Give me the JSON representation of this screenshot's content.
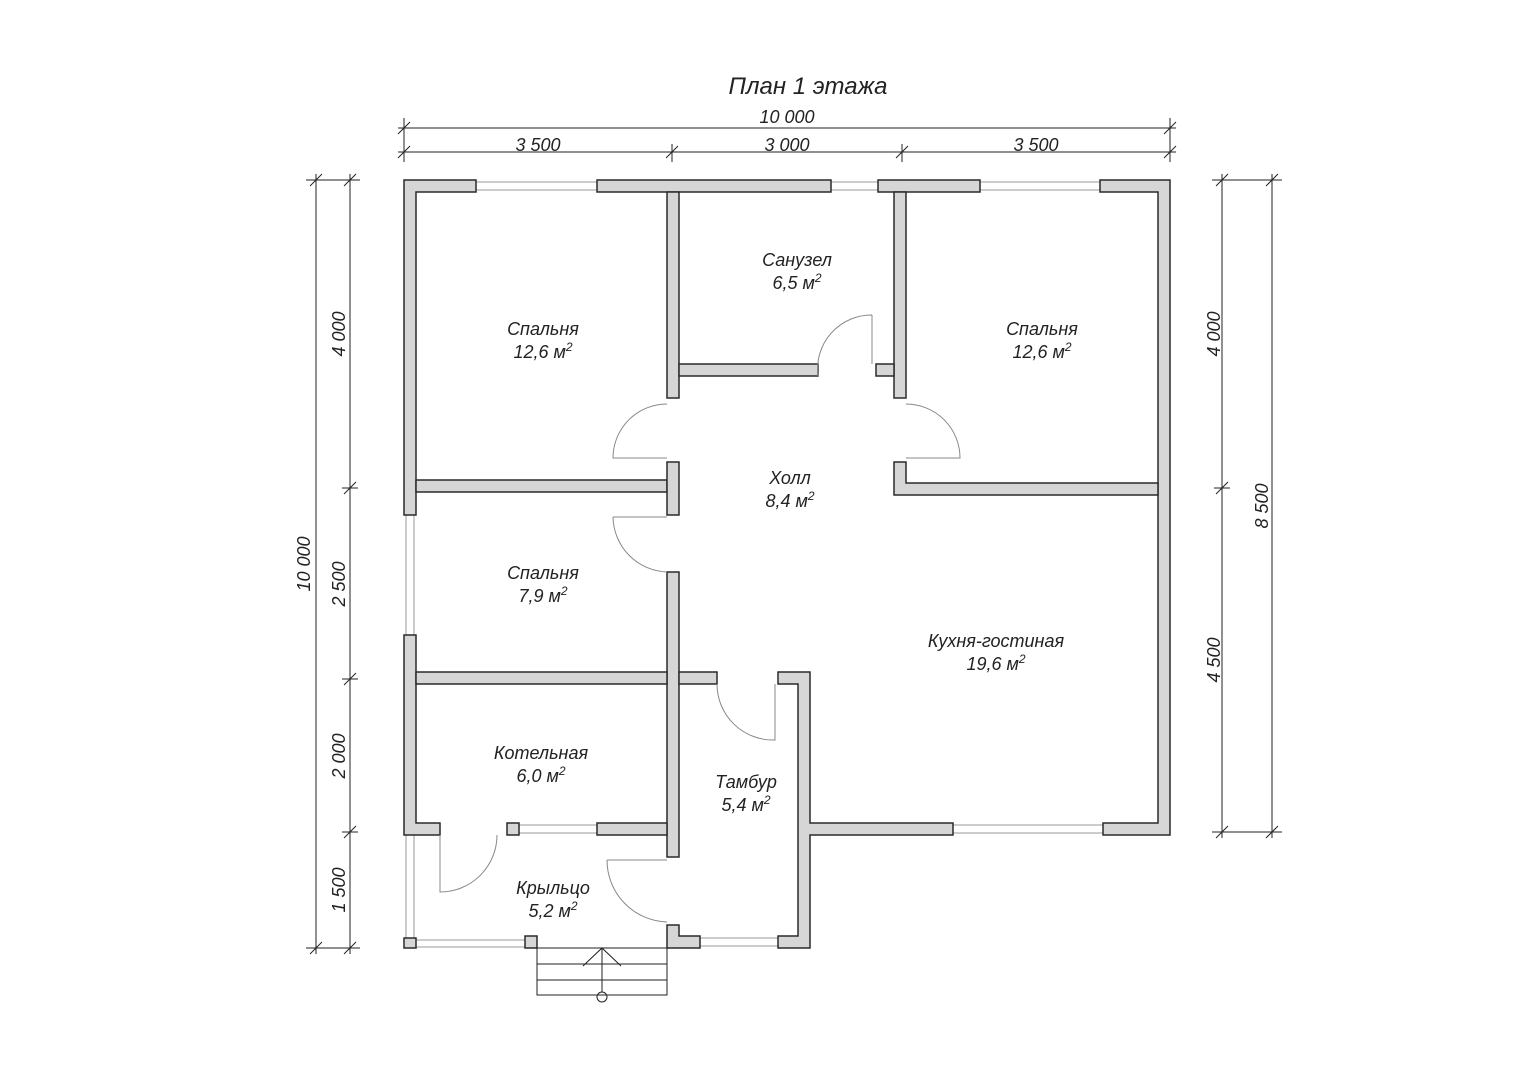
{
  "title": "План 1 этажа",
  "dimensions": {
    "top_total": "10 000",
    "top_segments": [
      "3 500",
      "3 000",
      "3 500"
    ],
    "left_total": "10 000",
    "left_segments": [
      "4 000",
      "2 500",
      "2 000",
      "1 500"
    ],
    "right_segments": [
      "4 000",
      "4 500"
    ],
    "right_total": "8 500"
  },
  "area_unit": "м",
  "area_power": "2",
  "rooms": [
    {
      "name": "Спальня",
      "area": "12,6"
    },
    {
      "name": "Санузел",
      "area": "6,5"
    },
    {
      "name": "Спальня",
      "area": "12,6"
    },
    {
      "name": "Холл",
      "area": "8,4"
    },
    {
      "name": "Спальня",
      "area": "7,9"
    },
    {
      "name": "Кухня-гостиная",
      "area": "19,6"
    },
    {
      "name": "Котельная",
      "area": "6,0"
    },
    {
      "name": "Тамбур",
      "area": "5,4"
    },
    {
      "name": "Крыльцо",
      "area": "5,2"
    }
  ]
}
